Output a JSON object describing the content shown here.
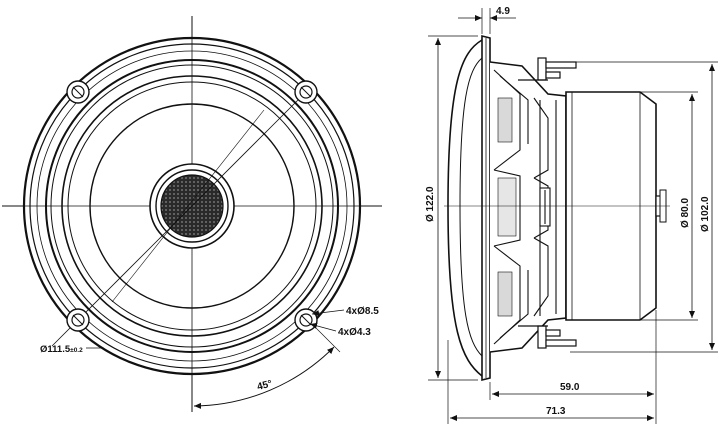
{
  "front_view": {
    "label_mount_hole_outer": "4xØ8.5",
    "label_mount_hole_inner": "4xØ4.3",
    "label_bolt_circle_prefix": "Ø111.5",
    "label_bolt_circle_tol": "±0.2",
    "label_angle": "45°"
  },
  "side_view": {
    "dim_flange_thickness": "4.9",
    "dim_outer_diameter": "Ø 122.0",
    "dim_magnet_diameter": "Ø 80.0",
    "dim_frame_diameter": "Ø 102.0",
    "dim_depth_frame": "59.0",
    "dim_depth_total": "71.3"
  }
}
